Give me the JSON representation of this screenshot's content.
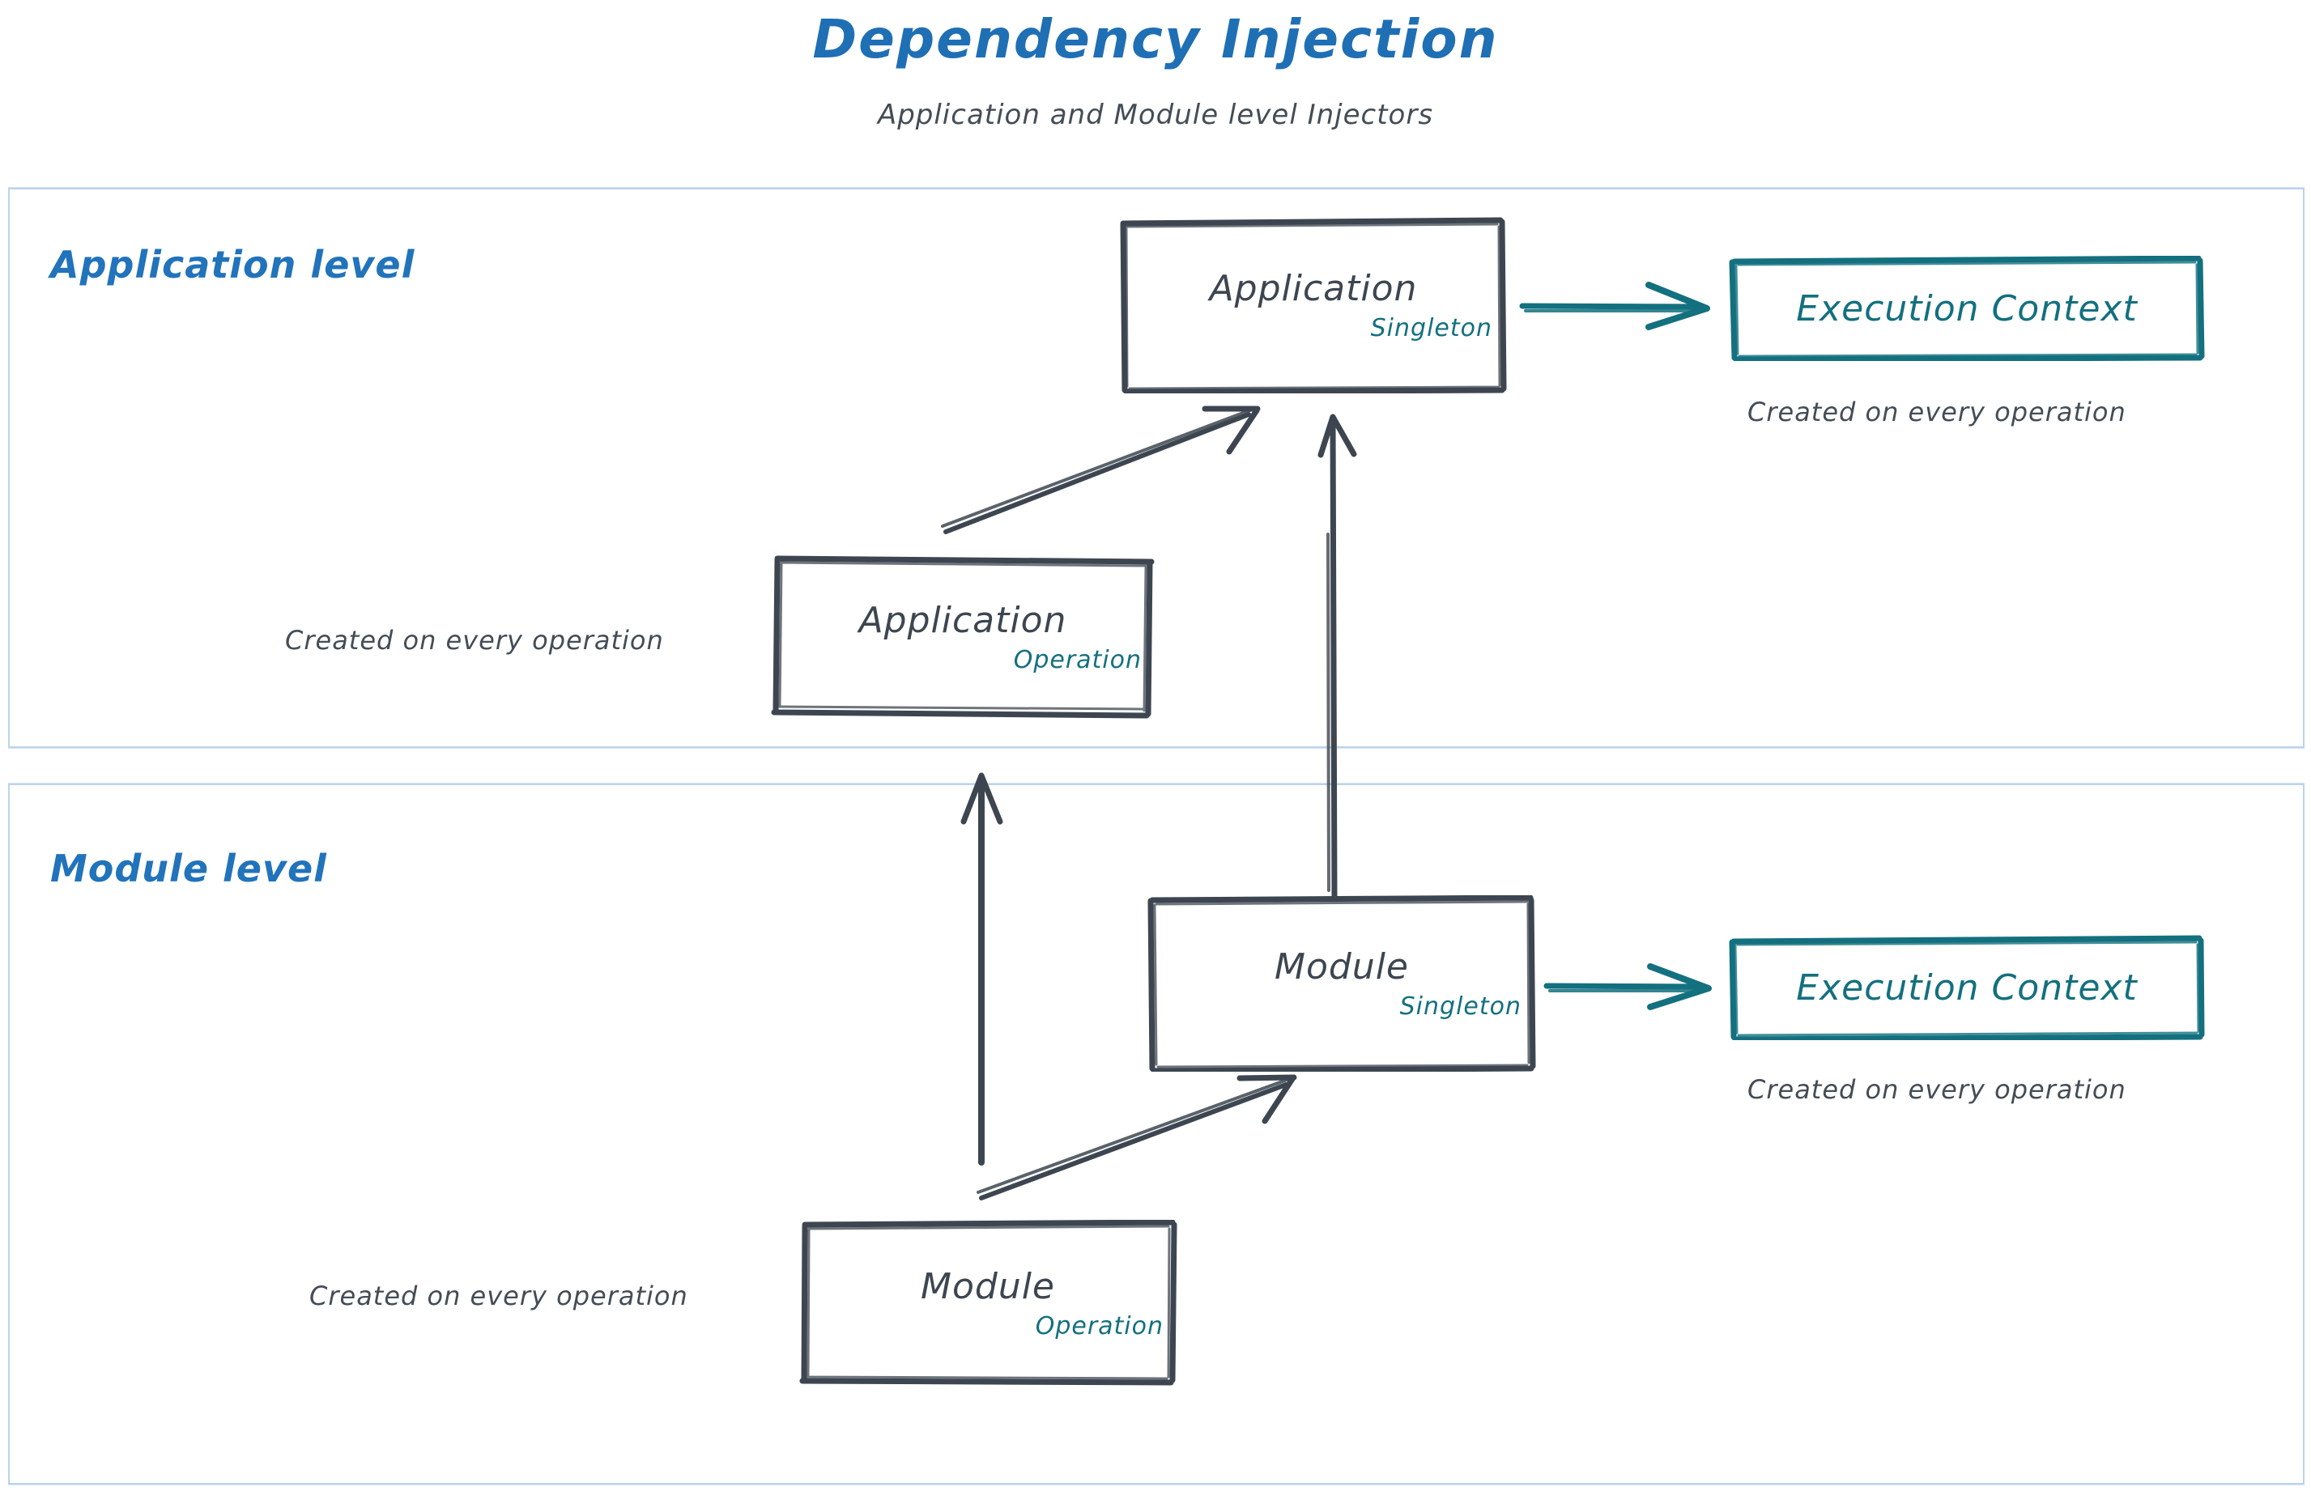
{
  "header": {
    "title": "Dependency Injection",
    "subtitle": "Application and Module level Injectors"
  },
  "colors": {
    "title_blue": "#1f6fb5",
    "level_label_blue": "#2173bb",
    "frame_border": "#bcd3ea",
    "sketch_dark": "#3d4650",
    "teal": "#13707f",
    "note_gray": "#444d55",
    "background": "#ffffff"
  },
  "levels": [
    {
      "id": "application-level",
      "label": "Application level",
      "boxes": [
        {
          "id": "application-singleton",
          "title": "Application",
          "scope": "Singleton",
          "scope_color": "#13707f"
        },
        {
          "id": "application-operation",
          "title": "Application",
          "scope": "Operation",
          "scope_color": "#13707f"
        }
      ],
      "context_box": {
        "id": "application-execution-context",
        "title": "Execution Context",
        "caption": "Created on every operation"
      },
      "notes": [
        {
          "id": "application-operation-note",
          "text": "Created on every operation"
        }
      ]
    },
    {
      "id": "module-level",
      "label": "Module level",
      "boxes": [
        {
          "id": "module-singleton",
          "title": "Module",
          "scope": "Singleton",
          "scope_color": "#13707f"
        },
        {
          "id": "module-operation",
          "title": "Module",
          "scope": "Operation",
          "scope_color": "#13707f"
        }
      ],
      "context_box": {
        "id": "module-execution-context",
        "title": "Execution Context",
        "caption": "Created on every operation"
      },
      "notes": [
        {
          "id": "module-operation-note",
          "text": "Created on every operation"
        }
      ]
    }
  ],
  "edges": [
    {
      "id": "app-singleton-to-exec-context",
      "from": "application-singleton",
      "to": "application-execution-context",
      "style": "teal-arrow"
    },
    {
      "id": "app-operation-to-app-singleton",
      "from": "application-operation",
      "to": "application-singleton",
      "style": "dark-arrow"
    },
    {
      "id": "module-singleton-to-app-singleton",
      "from": "module-singleton",
      "to": "application-singleton",
      "style": "dark-arrow"
    },
    {
      "id": "module-operation-to-app-operation",
      "from": "module-operation",
      "to": "application-operation",
      "style": "dark-arrow"
    },
    {
      "id": "module-operation-to-module-singleton",
      "from": "module-operation",
      "to": "module-singleton",
      "style": "dark-arrow"
    },
    {
      "id": "module-singleton-to-exec-context",
      "from": "module-singleton",
      "to": "module-execution-context",
      "style": "teal-arrow"
    }
  ]
}
